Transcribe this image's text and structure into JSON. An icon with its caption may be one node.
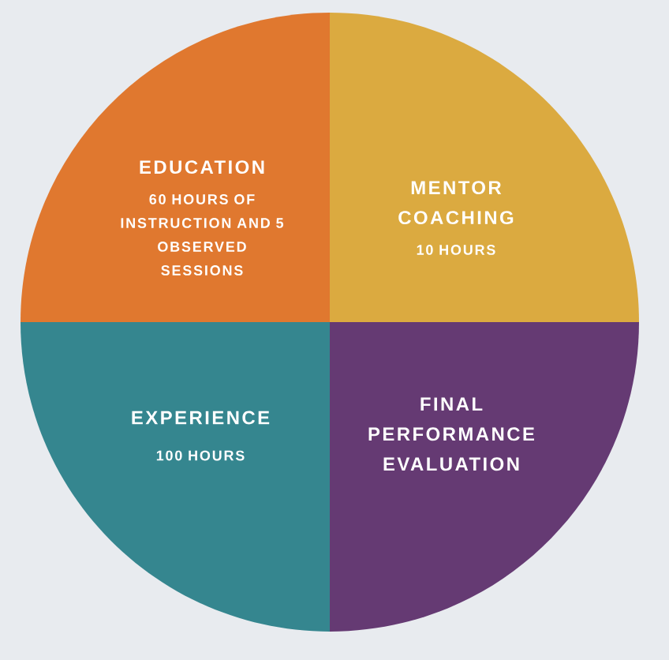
{
  "diagram": {
    "nodes": [
      {
        "text": [
          "EDUCATION",
          "60 HOURS OF INSTRUCTION AND 5 OBSERVED SESSIONS"
        ]
      },
      {
        "text": [
          "MENTOR COACHING",
          "10 HOURS"
        ]
      },
      {
        "text": [
          "EXPERIENCE",
          "100 HOURS"
        ]
      },
      {
        "text": [
          "FINAL PERFORMANCE EVALUATION"
        ]
      }
    ]
  }
}
